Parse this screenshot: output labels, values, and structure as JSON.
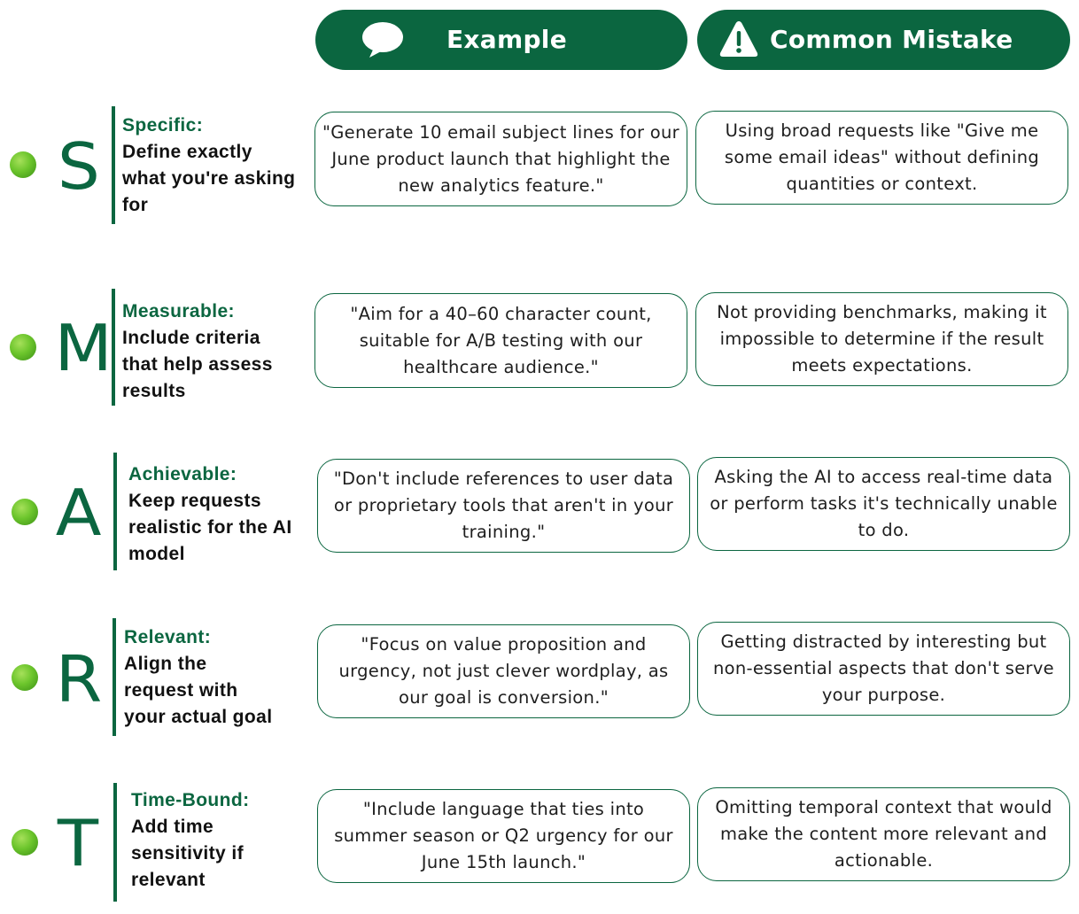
{
  "headers": {
    "example": "Example",
    "mistake": "Common Mistake"
  },
  "icons": {
    "example": "speech-bubble-icon",
    "mistake": "warning-icon"
  },
  "colors": {
    "brand_green": "#0b6640",
    "dot_green": "#6cc52c",
    "text": "#1e1e1e",
    "background": "#ffffff"
  },
  "rows": [
    {
      "letter": "S",
      "title": "Specific:",
      "description": "Define exactly what you're asking for",
      "example": "\"Generate 10 email subject lines for our June product launch that highlight the new analytics feature.\"",
      "mistake": "Using broad requests like \"Give me some email ideas\" without defining quantities or context."
    },
    {
      "letter": "M",
      "title": "Measurable:",
      "description": "Include criteria that help assess results",
      "example": "\"Aim for a 40–60 character count, suitable for A/B testing with our healthcare audience.\"",
      "mistake": "Not providing benchmarks, making it impossible to determine if the result meets expectations."
    },
    {
      "letter": "A",
      "title": "Achievable:",
      "description": "Keep requests realistic for the AI model",
      "example": "\"Don't include references to user data or proprietary tools that aren't in your training.\"",
      "mistake": "Asking the AI to access real-time data or perform tasks it's technically unable to do."
    },
    {
      "letter": "R",
      "title": "Relevant:",
      "description": "Align the request with your actual goal",
      "example": "\"Focus on value proposition and urgency, not just clever wordplay, as our goal is conversion.\"",
      "mistake": "Getting distracted by interesting but non-essential aspects that don't serve your purpose."
    },
    {
      "letter": "T",
      "title": "Time-Bound:",
      "description": "Add time sensitivity if relevant",
      "example": "\"Include language that ties into summer season or Q2 urgency for our June 15th launch.\"",
      "mistake": "Omitting temporal context that would make the content more relevant and actionable."
    }
  ]
}
